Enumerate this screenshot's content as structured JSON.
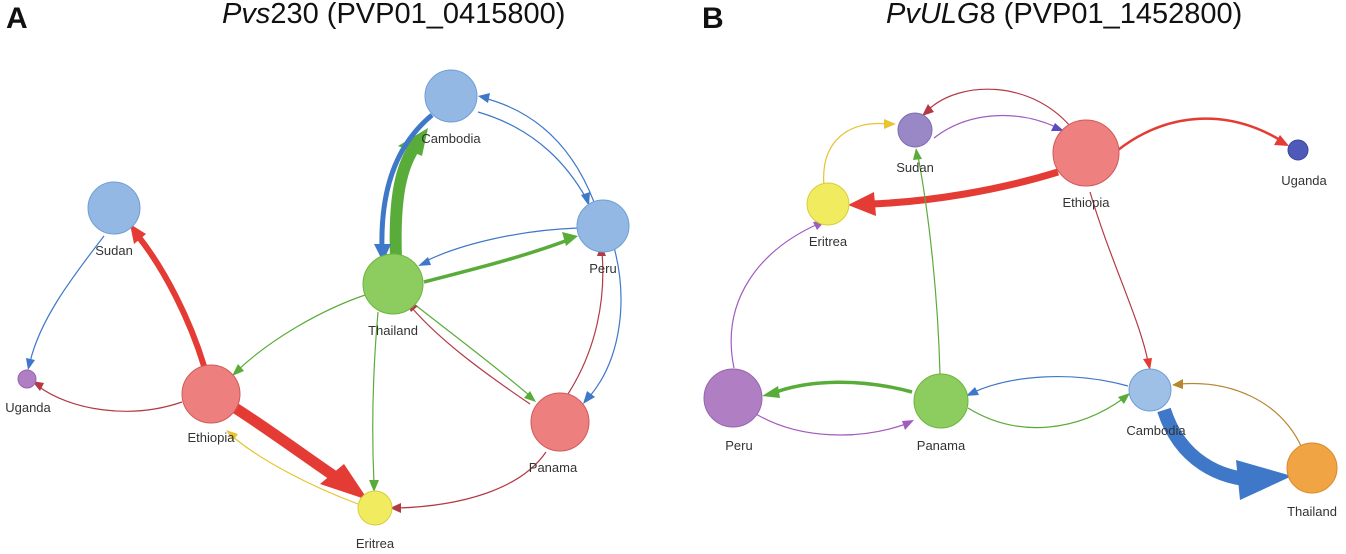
{
  "panels": [
    {
      "letter": "A",
      "title_gene": "Pvs",
      "title_num": "230",
      "title_id": " (PVP01_0415800)",
      "nodes": [
        {
          "id": "cambodia",
          "label": "Cambodia",
          "color": "#93b8e3"
        },
        {
          "id": "peru",
          "label": "Peru",
          "color": "#93b8e3"
        },
        {
          "id": "sudan",
          "label": "Sudan",
          "color": "#93b8e3"
        },
        {
          "id": "thailand",
          "label": "Thailand",
          "color": "#8dcc5e"
        },
        {
          "id": "uganda",
          "label": "Uganda",
          "color": "#b07ec2"
        },
        {
          "id": "ethiopia",
          "label": "Ethiopia",
          "color": "#ee7f7f"
        },
        {
          "id": "panama",
          "label": "Panama",
          "color": "#ee7f7f"
        },
        {
          "id": "eritrea",
          "label": "Eritrea",
          "color": "#f1ec5f"
        }
      ]
    },
    {
      "letter": "B",
      "title_gene": "PvULG",
      "title_num": "8",
      "title_id": " (PVP01_1452800)",
      "nodes": [
        {
          "id": "sudan",
          "label": "Sudan",
          "color": "#9a87c6"
        },
        {
          "id": "ethiopia",
          "label": "Ethiopia",
          "color": "#ee8080"
        },
        {
          "id": "uganda",
          "label": "Uganda",
          "color": "#4f5ab8"
        },
        {
          "id": "eritrea",
          "label": "Eritrea",
          "color": "#f1ec5f"
        },
        {
          "id": "peru",
          "label": "Peru",
          "color": "#b07ec2"
        },
        {
          "id": "panama",
          "label": "Panama",
          "color": "#8dcc5e"
        },
        {
          "id": "cambodia",
          "label": "Cambodia",
          "color": "#9ec0e6"
        },
        {
          "id": "thailand",
          "label": "Thailand",
          "color": "#f0a444"
        }
      ]
    }
  ],
  "colors": {
    "red": "#e43b35",
    "green": "#5aac3a",
    "blue": "#3f78c8",
    "darkred": "#b23a45",
    "yellow": "#e8c332",
    "purple": "#a05cc0",
    "darkblue": "#5a6ec0",
    "brown": "#b8862e"
  }
}
